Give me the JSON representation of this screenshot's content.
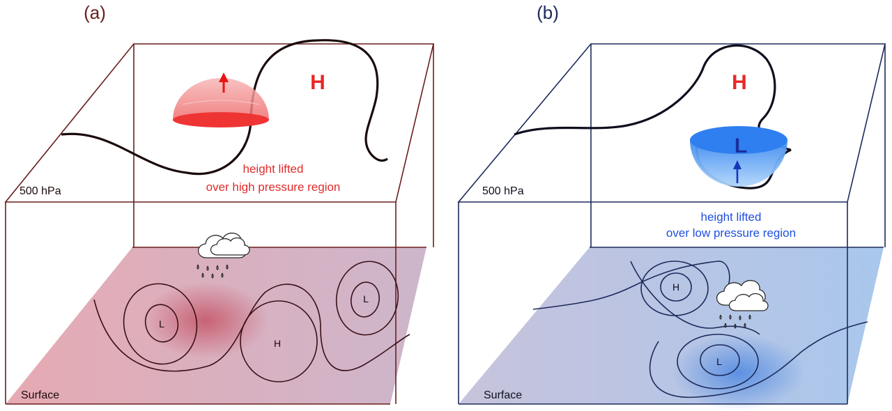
{
  "panel_a": {
    "tag": "(a)",
    "level_label": "500 hPa",
    "surface_label": "Surface",
    "upper_high": "H",
    "note_line1": "height lifted",
    "note_line2": "over high pressure region",
    "surface_low_left": "L",
    "surface_high": "H",
    "surface_low_right": "L",
    "colors": {
      "frame": "#6b1d1d",
      "accent": "#e82727",
      "tint": "#d9a5ad"
    }
  },
  "panel_b": {
    "tag": "(b)",
    "level_label": "500 hPa",
    "surface_label": "Surface",
    "upper_high": "H",
    "upper_low": "L",
    "note_line1": "height lifted",
    "note_line2": "over low pressure region",
    "surface_high": "H",
    "surface_low": "L",
    "colors": {
      "frame": "#1d2a5c",
      "accent": "#1f4fe0",
      "tint": "#9bb3e0"
    }
  },
  "icons": [
    "rain-cloud-icon",
    "up-arrow-icon"
  ]
}
